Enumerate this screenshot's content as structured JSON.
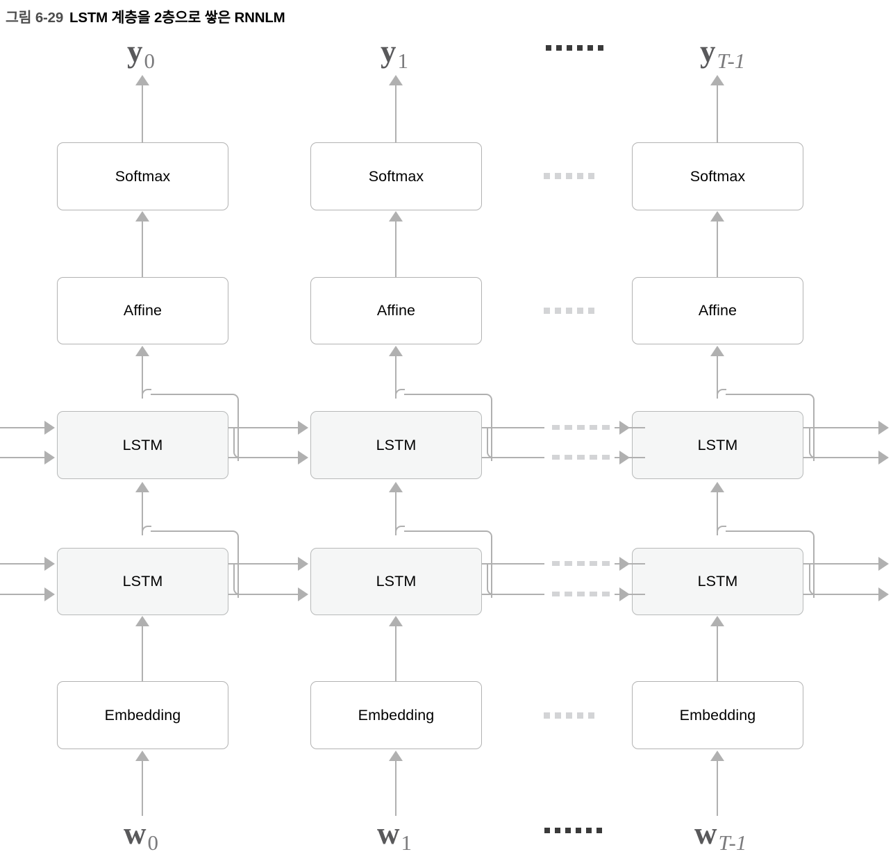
{
  "figure": {
    "number": "그림 6-29",
    "caption": "LSTM 계층을 2층으로 쌓은 RNNLM"
  },
  "layers": {
    "softmax_label": "Softmax",
    "affine_label": "Affine",
    "lstm_label": "LSTM",
    "embedding_label": "Embedding"
  },
  "columns": [
    {
      "id": "t0",
      "output_base": "y",
      "output_sub": "0",
      "input_base": "w",
      "input_sub": "0"
    },
    {
      "id": "t1",
      "output_base": "y",
      "output_sub": "1",
      "input_base": "w",
      "input_sub": "1"
    },
    {
      "id": "tT-1",
      "output_base": "y",
      "output_sub": "T-1",
      "input_base": "w",
      "input_sub": "T-1"
    }
  ],
  "ellipsis": {
    "label": "……",
    "row_softmax": "……",
    "row_affine": "……",
    "row_lstm_upper": "……",
    "row_lstm_lower": "……",
    "row_embedding": "……"
  },
  "colors": {
    "line": "#b0b0b0",
    "box_border": "#b2b2b2",
    "lstm_fill": "#f5f6f6",
    "label_text": "#59595b",
    "dots_dark": "#3a3a3a",
    "dots_light": "#d3d4d6"
  }
}
